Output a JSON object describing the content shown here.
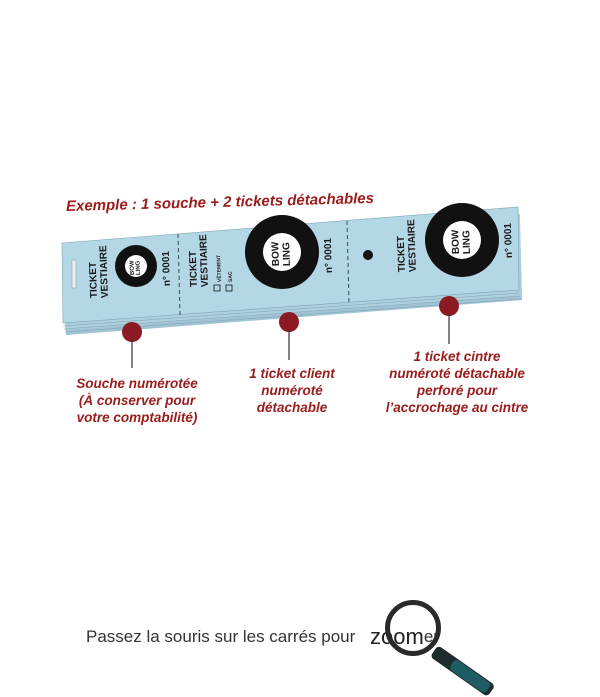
{
  "heading": "Exemple : 1 souche + 2 tickets détachables",
  "stub": {
    "title_line1": "TICKET",
    "title_line2": "VESTIAIRE",
    "logo_line1": "BOW",
    "logo_line2": "LING",
    "number": "n° 0001"
  },
  "client_ticket": {
    "title_line1": "TICKET",
    "title_line2": "VESTIAIRE",
    "option1": "VÊTEMENT",
    "option2": "SAC",
    "logo_line1": "BOW",
    "logo_line2": "LING",
    "number": "n° 0001"
  },
  "hanger_ticket": {
    "title_line1": "TICKET",
    "title_line2": "VESTIAIRE",
    "logo_line1": "BOW",
    "logo_line2": "LING",
    "number": "n° 0001"
  },
  "captions": {
    "stub": [
      "Souche numérotée",
      "(À conserver pour",
      "votre comptabilité)"
    ],
    "client": [
      "1 ticket client",
      "numéroté",
      "détachable"
    ],
    "hanger": [
      "1 ticket cintre",
      "numéroté détachable",
      "perforé pour",
      "l’accrochage au cintre"
    ]
  },
  "zoom_hint": {
    "text": "Passez la souris sur les carrés pour",
    "word": "zoom",
    "suffix": "er"
  },
  "colors": {
    "ticket": "#b4d7e6",
    "accent": "#9b1c1c",
    "marker": "#8b1a22"
  },
  "icons": [
    "magnifier-icon"
  ]
}
